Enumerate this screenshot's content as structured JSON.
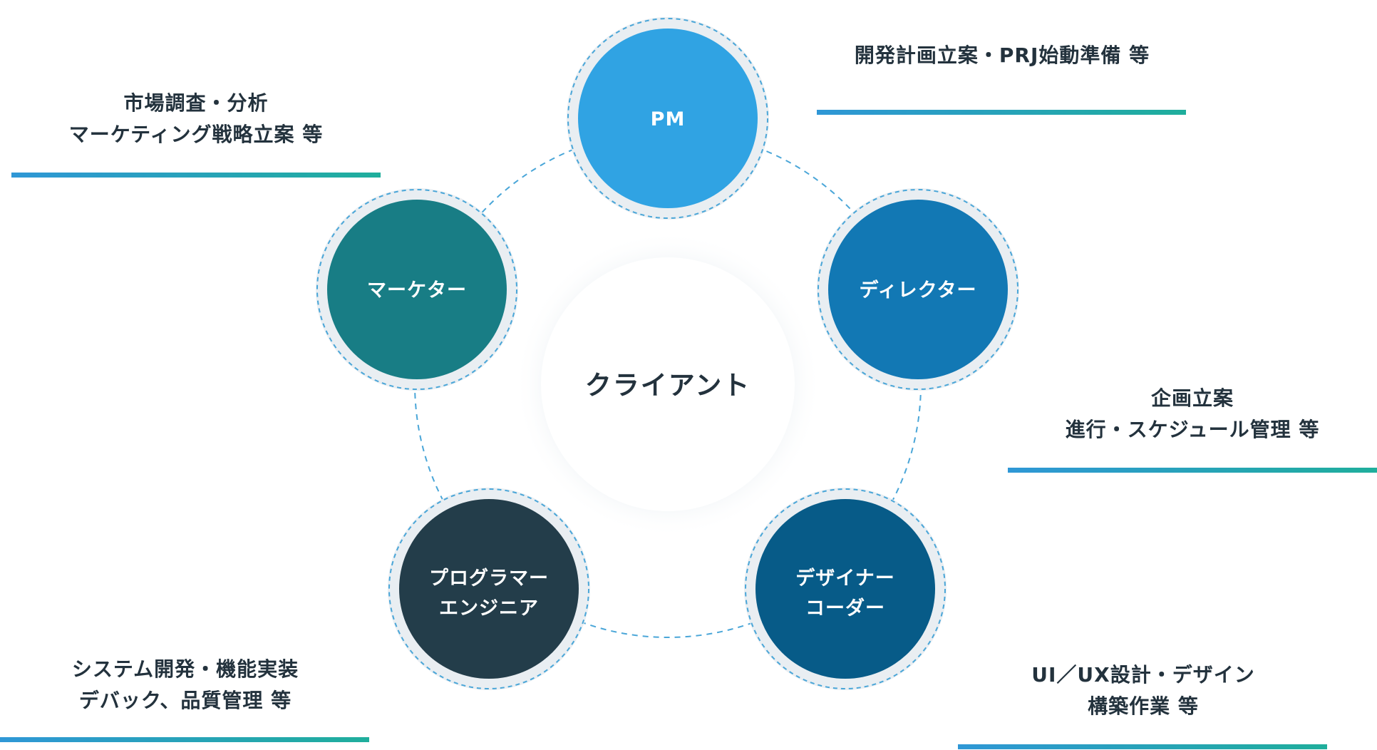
{
  "center": {
    "label": "クライアント"
  },
  "roles": [
    {
      "id": "pm",
      "lines": [
        "PM"
      ],
      "color": "#30a3e3"
    },
    {
      "id": "director",
      "lines": [
        "ディレクター"
      ],
      "color": "#1278b4"
    },
    {
      "id": "designer",
      "lines": [
        "デザイナー",
        "コーダー"
      ],
      "color": "#075b88"
    },
    {
      "id": "programmer",
      "lines": [
        "プログラマー",
        "エンジニア"
      ],
      "color": "#233d4a"
    },
    {
      "id": "marketer",
      "lines": [
        "マーケター"
      ],
      "color": "#187d85"
    }
  ],
  "descriptions": {
    "pm": [
      "開発計画立案・PRJ始動準備 等"
    ],
    "director": [
      "企画立案",
      "進行・スケジュール管理 等"
    ],
    "designer": [
      "UI／UX設計・デザイン",
      "構築作業 等"
    ],
    "programmer": [
      "システム開発・機能実装",
      "デバック、品質管理 等"
    ],
    "marketer": [
      "市場調査・分析",
      "マーケティング戦略立案 等"
    ]
  },
  "colors": {
    "ring_dash": "#4aa6d8",
    "halo": "#e9eef2",
    "line_start": "#2f97d6",
    "line_end": "#1fae9c"
  }
}
